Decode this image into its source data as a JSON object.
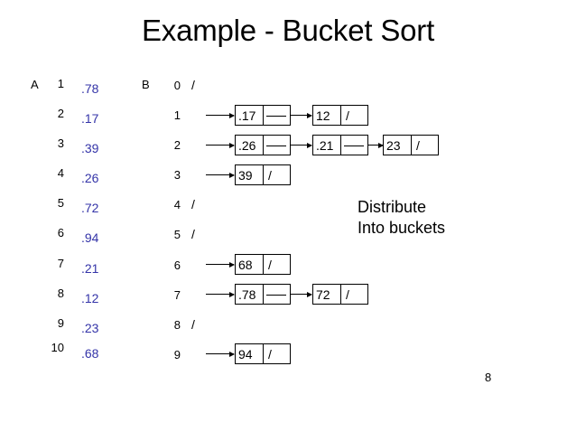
{
  "slide": {
    "title": "Example - Bucket Sort",
    "page_number": "8",
    "value_color": "#3434a8",
    "null_symbol": "/"
  },
  "array_a": {
    "label": "A",
    "indices": [
      "1",
      "2",
      "3",
      "4",
      "5",
      "6",
      "7",
      "8",
      "9",
      "10"
    ],
    "values": [
      ".78",
      ".17",
      ".39",
      ".26",
      ".72",
      ".94",
      ".21",
      ".12",
      ".23",
      ".68"
    ]
  },
  "array_b": {
    "label": "B",
    "indices": [
      "0",
      "1",
      "2",
      "3",
      "4",
      "5",
      "6",
      "7",
      "8",
      "9"
    ],
    "buckets": [
      {
        "index": "0",
        "empty": true,
        "null_marker": "/",
        "nodes": []
      },
      {
        "index": "1",
        "empty": false,
        "null_marker": "",
        "nodes": [
          {
            "data": ".17",
            "ptr": ""
          },
          {
            "data": "12",
            "ptr": "/"
          }
        ]
      },
      {
        "index": "2",
        "empty": false,
        "null_marker": "",
        "nodes": [
          {
            "data": ".26",
            "ptr": ""
          },
          {
            "data": ".21",
            "ptr": ""
          },
          {
            "data": "23",
            "ptr": "/"
          }
        ]
      },
      {
        "index": "3",
        "empty": false,
        "null_marker": "",
        "nodes": [
          {
            "data": "39",
            "ptr": "/"
          }
        ]
      },
      {
        "index": "4",
        "empty": true,
        "null_marker": "/",
        "nodes": []
      },
      {
        "index": "5",
        "empty": true,
        "null_marker": "/",
        "nodes": []
      },
      {
        "index": "6",
        "empty": false,
        "null_marker": "",
        "nodes": [
          {
            "data": "68",
            "ptr": "/"
          }
        ]
      },
      {
        "index": "7",
        "empty": false,
        "null_marker": "",
        "nodes": [
          {
            "data": ".78",
            "ptr": ""
          },
          {
            "data": "72",
            "ptr": "/"
          }
        ]
      },
      {
        "index": "8",
        "empty": true,
        "null_marker": "/",
        "nodes": []
      },
      {
        "index": "9",
        "empty": false,
        "null_marker": "",
        "nodes": [
          {
            "data": "94",
            "ptr": "/"
          }
        ]
      }
    ]
  },
  "annotation": {
    "line1": "Distribute",
    "line2": "Into buckets",
    "text": "Distribute\nInto buckets"
  }
}
